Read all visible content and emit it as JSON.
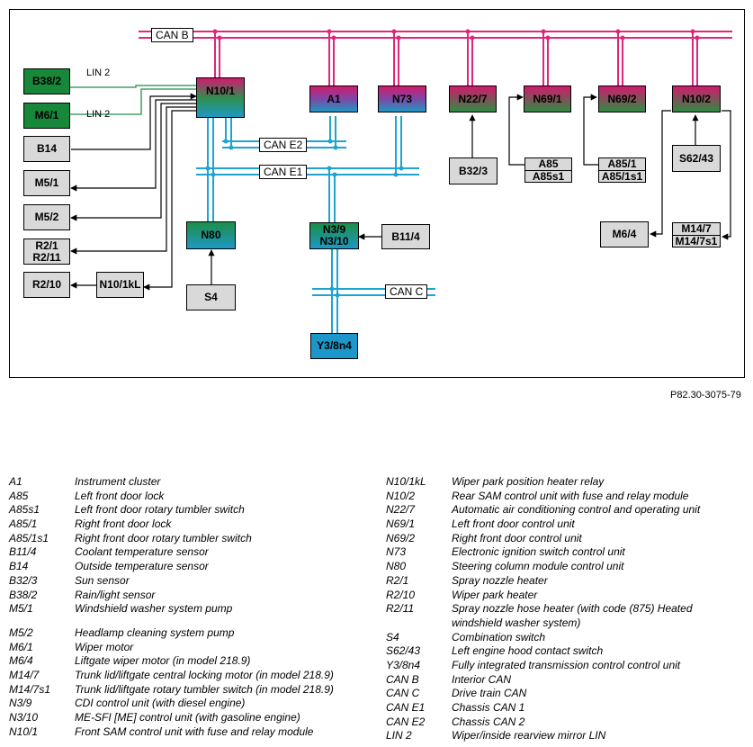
{
  "diagram": {
    "buses": {
      "can_b": "CAN B",
      "can_e2": "CAN E2",
      "can_e1": "CAN E1",
      "can_c": "CAN C",
      "lin_top": "LIN 2",
      "lin_bottom": "LIN 2"
    },
    "components": {
      "b38_2": "B38/2",
      "m6_1": "M6/1",
      "b14": "B14",
      "m5_1": "M5/1",
      "m5_2": "M5/2",
      "r2_1": "R2/1",
      "r2_11": "R2/11",
      "r2_10": "R2/10",
      "n10_1kl": "N10/1kL",
      "n10_1": "N10/1",
      "n80": "N80",
      "s4": "S4",
      "a1": "A1",
      "n73": "N73",
      "n3_9": "N3/9",
      "n3_10": "N3/10",
      "b11_4": "B11/4",
      "y3_8n4": "Y3/8n4",
      "n22_7": "N22/7",
      "b32_3": "B32/3",
      "n69_1": "N69/1",
      "a85": "A85",
      "a85s1": "A85s1",
      "n69_2": "N69/2",
      "a85_1": "A85/1",
      "a85_1s1": "A85/1s1",
      "n10_2": "N10/2",
      "s62_43": "S62/43",
      "m6_4": "M6/4",
      "m14_7": "M14/7",
      "m14_7s1": "M14/7s1"
    },
    "reference": "P82.30-3075-79"
  },
  "legend": {
    "left": [
      {
        "code": "A1",
        "desc": "Instrument cluster"
      },
      {
        "code": "A85",
        "desc": "Left front door lock"
      },
      {
        "code": "A85s1",
        "desc": "Left front door rotary tumbler switch"
      },
      {
        "code": "A85/1",
        "desc": "Right front door lock"
      },
      {
        "code": "A85/1s1",
        "desc": "Right front door rotary tumbler switch"
      },
      {
        "code": "B11/4",
        "desc": "Coolant temperature sensor"
      },
      {
        "code": "B14",
        "desc": "Outside temperature sensor"
      },
      {
        "code": "B32/3",
        "desc": "Sun sensor"
      },
      {
        "code": "B38/2",
        "desc": "Rain/light sensor"
      },
      {
        "code": "M5/1",
        "desc": "Windshield washer system pump"
      },
      {
        "code": "M5/2",
        "desc": "Headlamp cleaning system pump"
      },
      {
        "code": "M6/1",
        "desc": "Wiper motor"
      },
      {
        "code": "M6/4",
        "desc": "Liftgate wiper motor (in model 218.9)"
      },
      {
        "code": "M14/7",
        "desc": "Trunk lid/liftgate central locking motor (in model 218.9)"
      },
      {
        "code": "M14/7s1",
        "desc": "Trunk lid/liftgate rotary tumbler switch (in model 218.9)"
      },
      {
        "code": "N3/9",
        "desc": "CDI control unit (with diesel engine)"
      },
      {
        "code": "N3/10",
        "desc": "ME-SFI [ME] control unit (with gasoline engine)"
      },
      {
        "code": "N10/1",
        "desc": "Front SAM control unit with fuse and relay module"
      }
    ],
    "right": [
      {
        "code": "N10/1kL",
        "desc": "Wiper park position heater relay"
      },
      {
        "code": "N10/2",
        "desc": "Rear SAM control unit with fuse and relay module"
      },
      {
        "code": "N22/7",
        "desc": "Automatic air conditioning control and operating unit"
      },
      {
        "code": "N69/1",
        "desc": "Left front door control unit"
      },
      {
        "code": "N69/2",
        "desc": "Right front door control unit"
      },
      {
        "code": "N73",
        "desc": "Electronic ignition switch control unit"
      },
      {
        "code": "N80",
        "desc": "Steering column module control unit"
      },
      {
        "code": "R2/1",
        "desc": "Spray nozzle heater"
      },
      {
        "code": "R2/10",
        "desc": "Wiper park heater"
      },
      {
        "code": "R2/11",
        "desc": "Spray nozzle hose heater (with code (875) Heated",
        "desc2": "windshield washer system)"
      },
      {
        "code": "S4",
        "desc": "Combination switch"
      },
      {
        "code": "S62/43",
        "desc": "Left engine hood contact switch"
      },
      {
        "code": "Y3/8n4",
        "desc": "Fully integrated transmission control control unit"
      },
      {
        "code": "CAN B",
        "desc": "Interior CAN"
      },
      {
        "code": "CAN C",
        "desc": "Drive train CAN"
      },
      {
        "code": "CAN E1",
        "desc": "Chassis CAN 1"
      },
      {
        "code": "CAN E2",
        "desc": "Chassis CAN 2"
      },
      {
        "code": "LIN 2",
        "desc": "Wiper/inside rearview mirror LIN"
      }
    ]
  }
}
